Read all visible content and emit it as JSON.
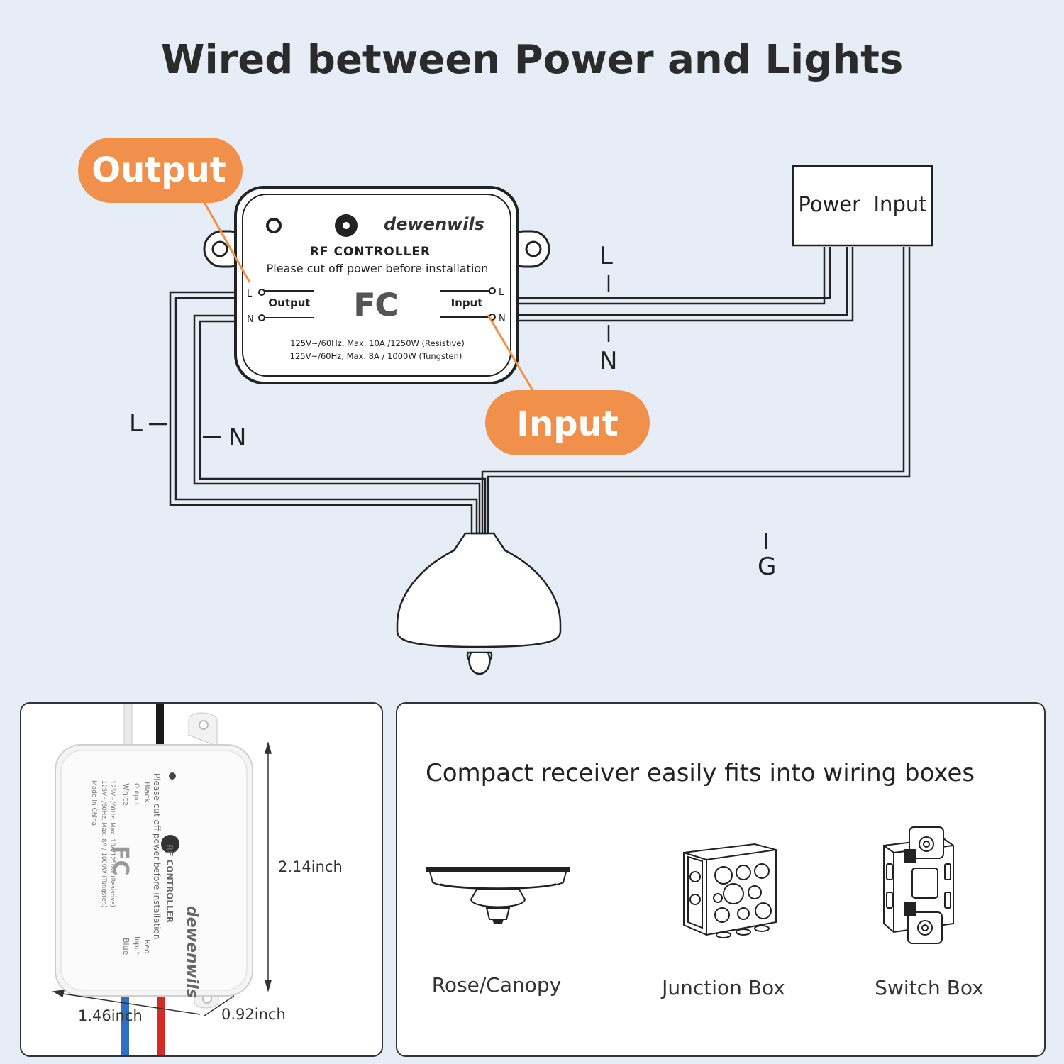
{
  "header": {
    "title": "Wired between Power and Lights"
  },
  "callouts": {
    "output": "Output",
    "input": "Input"
  },
  "controller": {
    "brand": "dewenwils",
    "name": "RF CONTROLLER",
    "warning": "Please cut off power before installation",
    "output_label": "Output",
    "input_label": "Input",
    "fcc": "FC",
    "rating_resistive": "125V~/60Hz, Max. 10A /1250W (Resistive)",
    "rating_tungsten": "125V~/60Hz, Max. 8A / 1000W (Tungsten)",
    "terminal_l": "L",
    "terminal_n": "N"
  },
  "power_box": {
    "label": "Power  Input"
  },
  "wire_labels": {
    "line": "L",
    "neutral": "N",
    "ground": "G"
  },
  "device_photo": {
    "brand": "dewenwils",
    "name": "RF CONTROLLER",
    "warning": "Please cut off power before installation",
    "output": "Output",
    "input": "Input",
    "black": "Black",
    "white": "White",
    "red": "Red",
    "blue": "Blue",
    "rating_resistive": "125V~/60Hz, Max. 10A/1250W (Resistive)",
    "rating_tungsten": "125V~/60Hz, Max. 8A / 1000W (Tungsten)",
    "made_in": "Made in China",
    "fcc": "FC"
  },
  "dimensions": {
    "height": "2.14inch",
    "width": "1.46inch",
    "depth": "0.92inch"
  },
  "compact": {
    "heading": "Compact receiver easily fits into wiring boxes",
    "boxes": [
      {
        "label": "Rose/Canopy",
        "icon": "rose-canopy-icon"
      },
      {
        "label": "Junction Box",
        "icon": "junction-box-icon"
      },
      {
        "label": "Switch Box",
        "icon": "switch-box-icon"
      }
    ]
  },
  "colors": {
    "background": "#e6edf6",
    "callout_orange": "#f0904a",
    "wire_black": "#1a1a1a",
    "wire_white": "#e9e9e9",
    "wire_red": "#d32a2a",
    "wire_blue": "#2e6fbf"
  }
}
